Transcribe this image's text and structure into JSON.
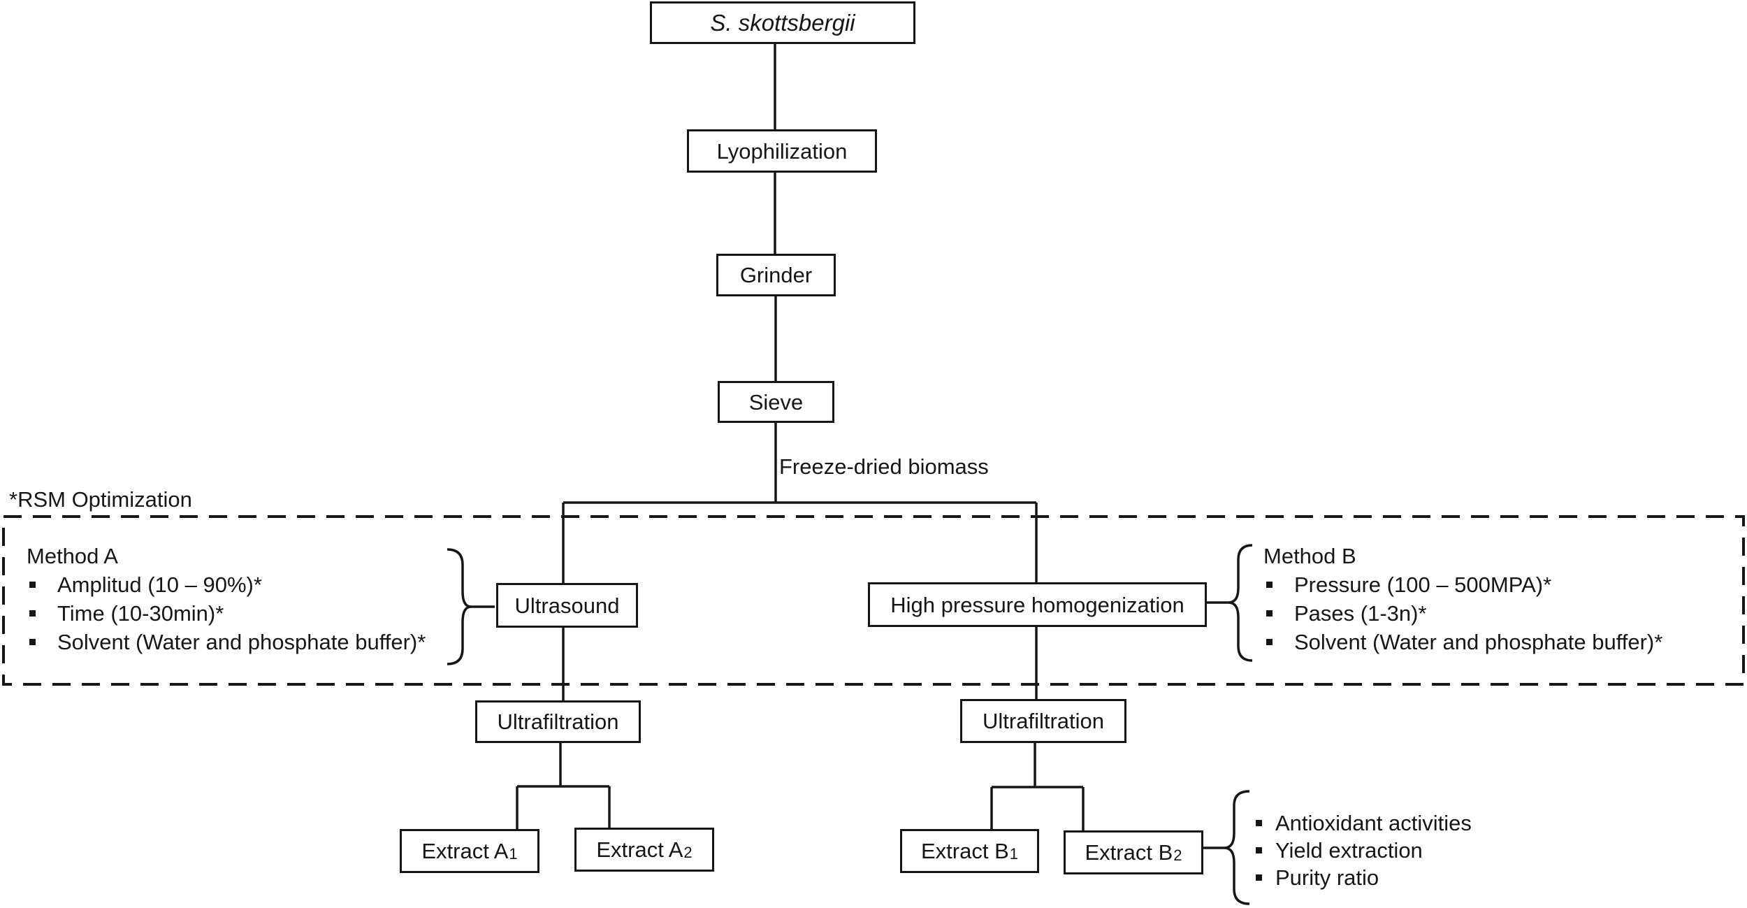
{
  "figure": {
    "background": "#ffffff",
    "line_color": "#161616"
  },
  "nodes": {
    "source": "S. skottsbergii",
    "lyophilization": "Lyophilization",
    "grinder": "Grinder",
    "sieve": "Sieve",
    "ultrasound": "Ultrasound",
    "hph": "High pressure homogenization",
    "ultrafiltration_a": "Ultrafiltration",
    "ultrafiltration_b": "Ultrafiltration",
    "extract_a1": {
      "label": "Extract A",
      "sub": "1"
    },
    "extract_a2": {
      "label": "Extract A",
      "sub": "2"
    },
    "extract_b1": {
      "label": "Extract B",
      "sub": "1"
    },
    "extract_b2": {
      "label": "Extract B",
      "sub": "2"
    }
  },
  "labels": {
    "biomass": "Freeze-dried biomass",
    "rsm_note": "*RSM Optimization"
  },
  "method_a": {
    "title": "Method A",
    "items": [
      "Amplitud (10 – 90%)*",
      "Time (10-30min)*",
      "Solvent (Water and phosphate buffer)*"
    ]
  },
  "method_b": {
    "title": "Method B",
    "items": [
      "Pressure (100 – 500MPA)*",
      "Pases (1-3n)*",
      "Solvent (Water and phosphate buffer)*"
    ]
  },
  "outputs": {
    "items": [
      "Antioxidant activities",
      "Yield extraction",
      "Purity ratio"
    ]
  }
}
